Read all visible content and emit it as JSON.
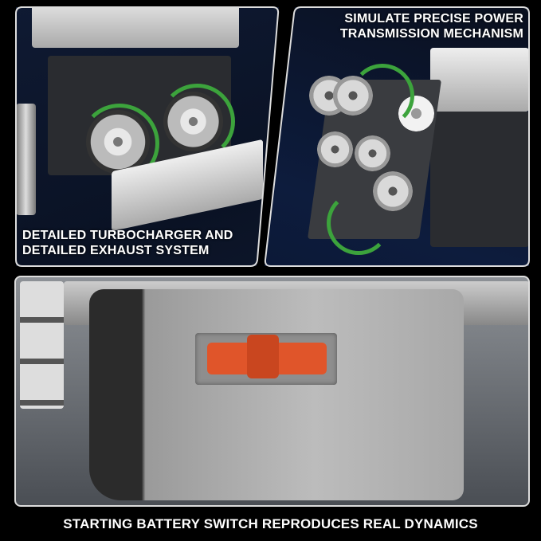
{
  "panels": {
    "turbo": {
      "caption_line1": "DETAILED TURBOCHARGER AND",
      "caption_line2": "DETAILED EXHAUST SYSTEM"
    },
    "gears": {
      "caption_line1": "SIMULATE PRECISE POWER",
      "caption_line2": "TRANSMISSION MECHANISM"
    },
    "battery": {
      "caption": "STARTING BATTERY SWITCH REPRODUCES REAL DYNAMICS"
    }
  },
  "colors": {
    "background": "#000000",
    "arrow": "#3ca33c",
    "switch": "#e0552a",
    "border": "#dddddd"
  }
}
